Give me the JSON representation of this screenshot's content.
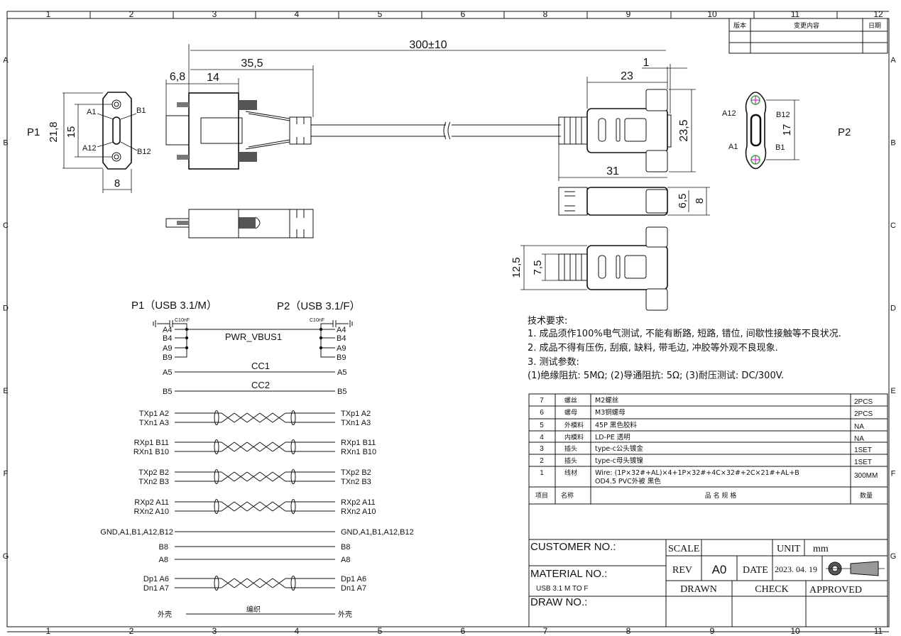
{
  "frame": {
    "top_cols": [
      "1",
      "2",
      "3",
      "4",
      "5",
      "6",
      "8",
      "9",
      "10",
      "11",
      "12"
    ],
    "bottom_cols": [
      "1",
      "2",
      "3",
      "4",
      "5",
      "6",
      "7",
      "8",
      "9",
      "10",
      "11"
    ],
    "rows": [
      "A",
      "B",
      "C",
      "D",
      "E",
      "F",
      "G"
    ]
  },
  "revision_table": {
    "headers": [
      "版本",
      "变更内容",
      "日期"
    ]
  },
  "p1": {
    "label": "P1",
    "dims": {
      "overall": "300±10",
      "d35_5": "35,5",
      "d6_8": "6,8",
      "d14": "14",
      "d21_8": "21,8",
      "d15": "15",
      "d8": "8"
    },
    "pins": {
      "a1": "A1",
      "b1": "B1",
      "a12": "A12",
      "b12": "B12"
    }
  },
  "p2": {
    "label": "P2",
    "dims": {
      "d23": "23",
      "d1": "1",
      "d23_5": "23,5",
      "d31": "31",
      "d6_5": "6,5",
      "d8": "8",
      "d12_5": "12,5",
      "d7_5": "7,5",
      "d17": "17"
    },
    "pins": {
      "a12": "A12",
      "b12": "B12",
      "a1": "A1",
      "b1": "B1"
    }
  },
  "schematic": {
    "p1_title": "P1（USB 3.1/M）",
    "p2_title": "P2（USB 3.1/F）",
    "cap_left": "C10nF",
    "cap_right": "C10nF",
    "vbus_pins": [
      "A4",
      "B4",
      "A9",
      "B9"
    ],
    "vbus_net": "PWR_VBUS1",
    "cc1": {
      "net": "CC1",
      "pin": "A5"
    },
    "cc2": {
      "net": "CC2",
      "pin": "B5"
    },
    "pairs": [
      {
        "p": "TXp1  A2",
        "n": "TXn1  A3"
      },
      {
        "p": "RXp1  B11",
        "n": "RXn1  B10"
      },
      {
        "p": "TXp2  B2",
        "n": "TXn2  B3"
      },
      {
        "p": "RXp2  A11",
        "n": "RXn2  A10"
      }
    ],
    "gnd": "GND,A1,B1,A12,B12",
    "b8": "B8",
    "a8": "A8",
    "usb2": {
      "p": "Dp1   A6",
      "n": "Dn1   A7"
    },
    "shell": "外壳",
    "braid": "编织"
  },
  "notes": {
    "title": "技术要求:",
    "lines": [
      "1. 成品须作100%电气测试, 不能有断路, 短路, 错位, 间歇性接触等不良状况.",
      "2. 成品不得有压伤, 刮痕, 缺料, 带毛边, 冲胶等外观不良现象.",
      "3. 测试参数:",
      "(1)绝缘阻抗: 5MΩ; (2)导通阻抗: 5Ω; (3)耐压测试: DC/300V."
    ]
  },
  "bom": {
    "rows": [
      {
        "item": "7",
        "name": "螺丝",
        "spec": "M2螺丝",
        "qty": "2PCS"
      },
      {
        "item": "6",
        "name": "螺母",
        "spec": "M3铜螺母",
        "qty": "2PCS"
      },
      {
        "item": "5",
        "name": "外模料",
        "spec": "45P 黑色胶料",
        "qty": "NA"
      },
      {
        "item": "4",
        "name": "内模料",
        "spec": "LD-PE 透明",
        "qty": "NA"
      },
      {
        "item": "3",
        "name": "插头",
        "spec": "type-c公头镀金",
        "qty": "1SET"
      },
      {
        "item": "2",
        "name": "插头",
        "spec": "type-c母头镀镍",
        "qty": "1SET"
      },
      {
        "item": "1",
        "name": "线材",
        "spec": "Wire: (1P×32#+AL)×4+1P×32#+4C×32#+2C×21#+AL+B",
        "spec2": "OD4.5 PVC外被 黑色",
        "qty": "300MM"
      }
    ],
    "header": {
      "item": "项目",
      "name": "名称",
      "spec": "品 名 规 格",
      "qty": "数量"
    }
  },
  "title_block": {
    "customer_label": "CUSTOMER NO.:",
    "material_label": "MATERIAL NO.:",
    "material_value": "USB 3.1 M TO F",
    "draw_label": "DRAW NO.:",
    "scale_label": "SCALE",
    "unit_label": "UNIT",
    "unit_value": "mm",
    "rev_label": "REV",
    "rev_value": "A0",
    "date_label": "DATE",
    "date_value": "2023. 04. 19",
    "drawn_label": "DRAWN",
    "check_label": "CHECK",
    "approved_label": "APPROVED"
  }
}
